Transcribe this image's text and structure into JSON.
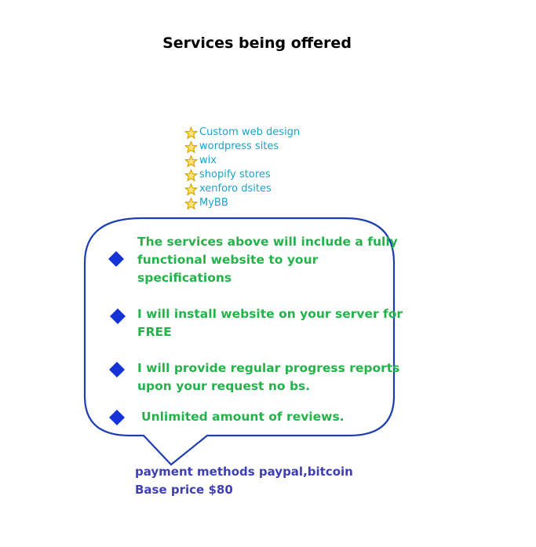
{
  "title": "Services being offered",
  "services": [
    "Custom web design",
    "wordpress sites",
    "wix",
    "shopify stores",
    "xenforo dsites",
    "MyBB"
  ],
  "bullets": [
    {
      "lines": [
        "The services above will include a fully",
        "functional website to your",
        "specifications"
      ]
    },
    {
      "lines": [
        "I will install website on your server for",
        "FREE"
      ]
    },
    {
      "lines": [
        "I will provide regular progress reports",
        "upon your request no bs."
      ]
    },
    {
      "lines": [
        "Unlimited amount of reviews."
      ]
    }
  ],
  "payment": {
    "methods": "payment methods paypal,bitcoin",
    "price": "Base price $80"
  },
  "colors": {
    "service_text": "#1aa3c9",
    "star": "#f2c200",
    "bubble_border": "#1f3fb0",
    "diamond": "#1433d6",
    "bullet_text": "#23b34a",
    "payment_text": "#3f3fb5"
  }
}
